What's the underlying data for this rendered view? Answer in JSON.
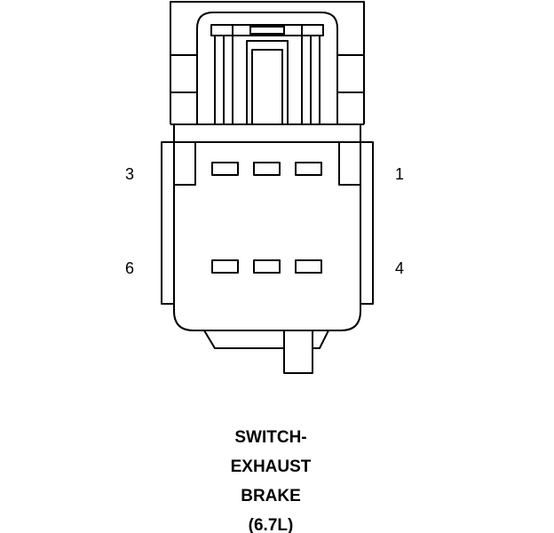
{
  "diagram": {
    "pins": {
      "top_left": "3",
      "top_right": "1",
      "bottom_left": "6",
      "bottom_right": "4"
    },
    "caption": [
      "SWITCH-",
      "EXHAUST",
      "BRAKE",
      "(6.7L)"
    ],
    "stroke_color": "#000000",
    "background_color": "#ffffff"
  }
}
